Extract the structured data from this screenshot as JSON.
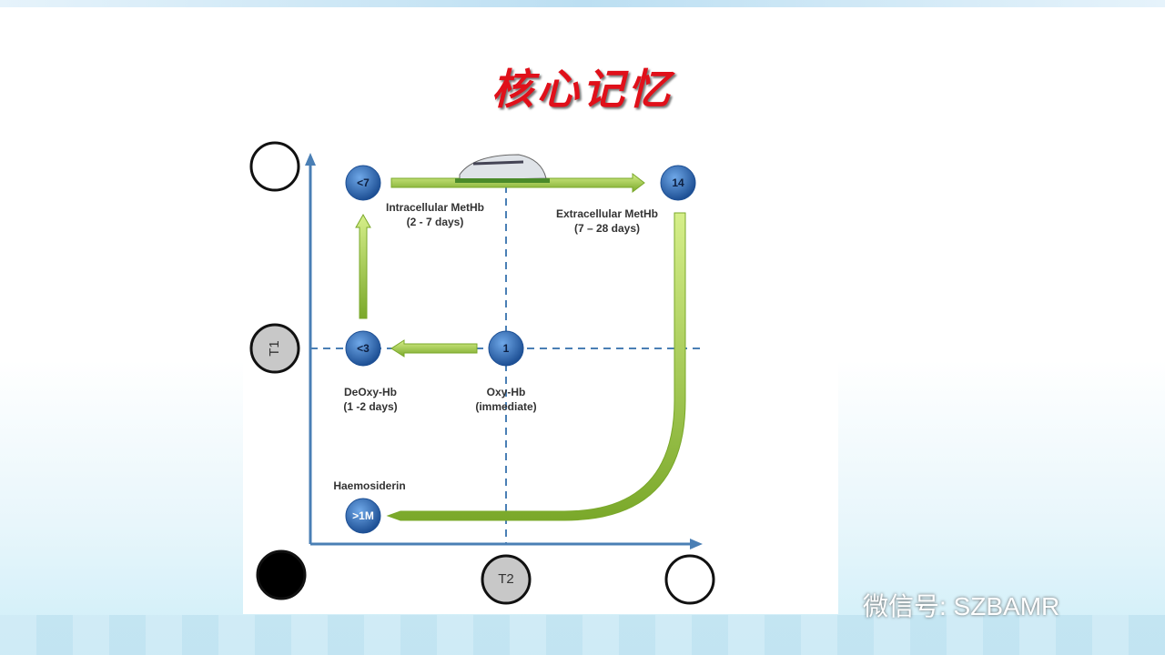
{
  "title": "核心记忆",
  "watermark": "微信号: SZBAMR",
  "axes": {
    "y_label": "T1",
    "x_label": "T2"
  },
  "nodes": [
    {
      "id": "intracellular",
      "value": "<7",
      "label": "Intracellular MetHb",
      "sub": "(2 - 7 days)"
    },
    {
      "id": "extracellular",
      "value": "14",
      "label": "Extracellular MetHb",
      "sub": "(7 – 28 days)"
    },
    {
      "id": "deoxy",
      "value": "<3",
      "label": "DeOxy-Hb",
      "sub": "(1 -2 days)"
    },
    {
      "id": "oxy",
      "value": "1",
      "label": "Oxy-Hb",
      "sub": "(immediate)"
    },
    {
      "id": "haemosiderin",
      "value": ">1M",
      "label": "Haemosiderin",
      "sub": ""
    }
  ],
  "colors": {
    "node": "#2f6fb8",
    "arrow": "#9ccc3c",
    "axis": "#4a7fb5",
    "title": "#e0101a"
  }
}
